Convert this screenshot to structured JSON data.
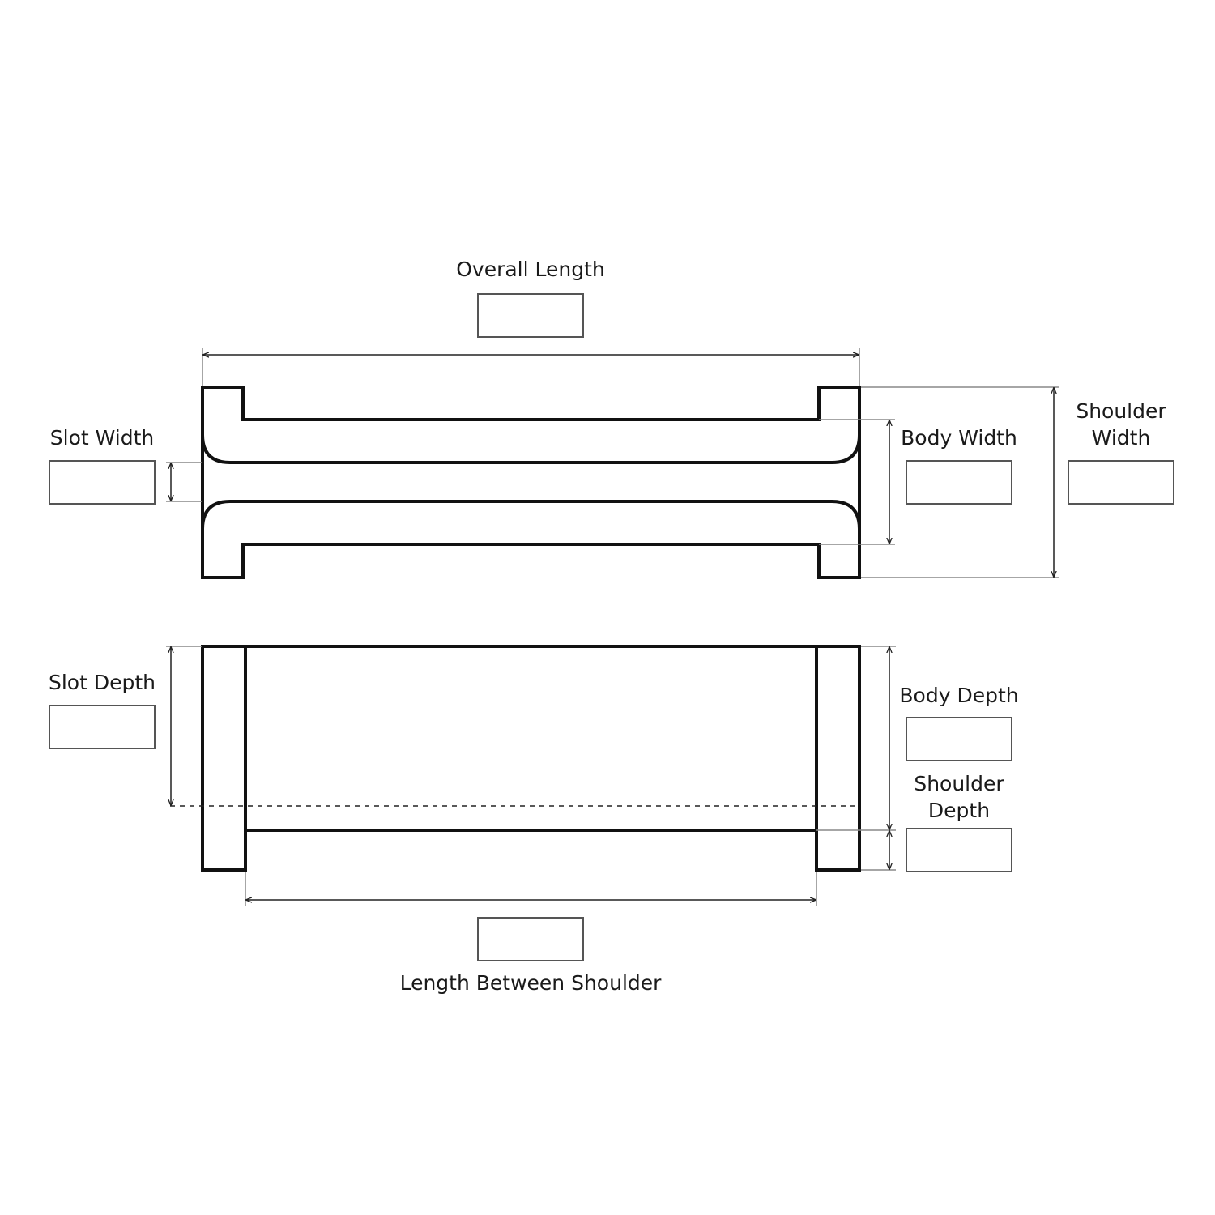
{
  "labels": {
    "overall_length": "Overall Length",
    "slot_width": "Slot Width",
    "body_width": "Body Width",
    "shoulder_width_line1": "Shoulder",
    "shoulder_width_line2": "Width",
    "slot_depth": "Slot Depth",
    "body_depth": "Body Depth",
    "shoulder_depth_line1": "Shoulder",
    "shoulder_depth_line2": "Depth",
    "length_between_shoulder": "Length Between Shoulder"
  },
  "fields": {
    "overall_length": "",
    "slot_width": "",
    "body_width": "",
    "shoulder_width": "",
    "slot_depth": "",
    "body_depth": "",
    "shoulder_depth": "",
    "length_between_shoulder": ""
  }
}
